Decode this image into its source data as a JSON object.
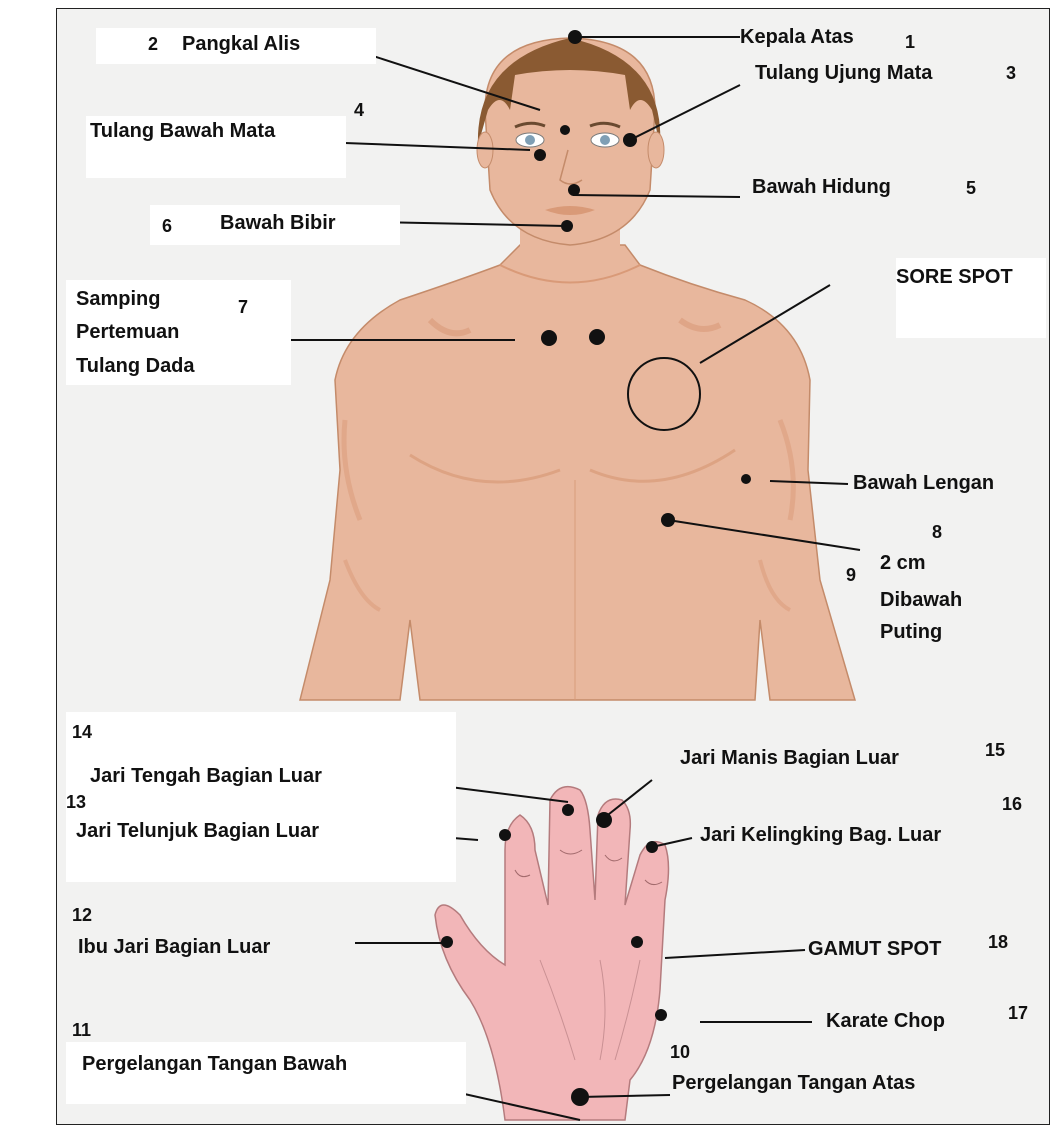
{
  "labels": {
    "kepala_atas": "Kepala Atas",
    "pangkal_alis": "Pangkal Alis",
    "tulang_ujung_mata": "Tulang Ujung Mata",
    "tulang_bawah_mata": "Tulang Bawah Mata",
    "bawah_hidung": "Bawah Hidung",
    "bawah_bibir": "Bawah Bibir",
    "samping_1": "Samping",
    "samping_2": "Pertemuan",
    "samping_3": "Tulang Dada",
    "sore_spot": "SORE SPOT",
    "bawah_lengan": "Bawah Lengan",
    "puting_1": "2 cm",
    "puting_2": "Dibawah",
    "puting_3": "Puting",
    "jari_tengah": "Jari Tengah Bagian Luar",
    "jari_manis": "Jari Manis Bagian Luar",
    "jari_telunjuk": "Jari Telunjuk Bagian Luar",
    "jari_kelingking": "Jari Kelingking Bag. Luar",
    "ibu_jari": "Ibu Jari Bagian Luar",
    "gamut_spot": "GAMUT SPOT",
    "karate_chop": "Karate Chop",
    "pergelangan_bawah": "Pergelangan Tangan Bawah",
    "pergelangan_atas": "Pergelangan Tangan Atas"
  },
  "numbers": {
    "n1": "1",
    "n2": "2",
    "n3": "3",
    "n4": "4",
    "n5": "5",
    "n6": "6",
    "n7": "7",
    "n8": "8",
    "n9": "9",
    "n10": "10",
    "n11": "11",
    "n12": "12",
    "n13": "13",
    "n14": "14",
    "n15": "15",
    "n16": "16",
    "n17": "17",
    "n18": "18"
  },
  "colors": {
    "skin": "#e8b79d",
    "skin_shadow": "#d99a78",
    "hair": "#8a5a32",
    "hand": "#f2b6b8",
    "point": "#111111",
    "background": "#f2f2f1"
  }
}
